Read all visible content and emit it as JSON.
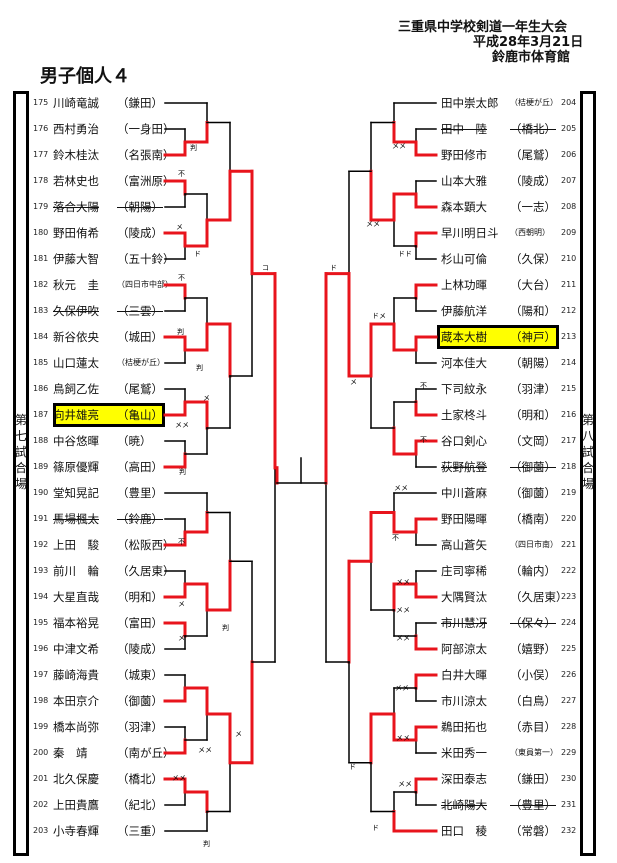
{
  "header": {
    "line1": "三重県中学校剣道一年生大会",
    "line2": "平成28年3月21日",
    "line3": "鈴鹿市体育館"
  },
  "title": "男子個人４",
  "left_court": "第七試合場",
  "right_court": "第八試合場",
  "left_players": [
    {
      "no": "175",
      "name": "川崎竜誠",
      "school": "（鎌田）"
    },
    {
      "no": "176",
      "name": "西村勇治",
      "school": "（一身田）"
    },
    {
      "no": "177",
      "name": "鈴木桂汰",
      "school": "（名張南）"
    },
    {
      "no": "178",
      "name": "若林史也",
      "school": "（富洲原）"
    },
    {
      "no": "179",
      "name": "落合大陽",
      "school": "（朝陽）",
      "withdrawn": true
    },
    {
      "no": "180",
      "name": "野田侑希",
      "school": "（陵成）"
    },
    {
      "no": "181",
      "name": "伊藤大智",
      "school": "（五十鈴）"
    },
    {
      "no": "182",
      "name": "秋元　圭",
      "school": "（四日市中部）",
      "small": true
    },
    {
      "no": "183",
      "name": "久保伊吹",
      "school": "（三雲）",
      "withdrawn": true
    },
    {
      "no": "184",
      "name": "新谷依央",
      "school": "（城田）"
    },
    {
      "no": "185",
      "name": "山口蓮太",
      "school": "（桔梗が丘）",
      "small": true
    },
    {
      "no": "186",
      "name": "鳥飼乙佐",
      "school": "（尾鷲）"
    },
    {
      "no": "187",
      "name": "向井雄亮",
      "school": "（亀山）",
      "highlight": true
    },
    {
      "no": "188",
      "name": "中谷悠暉",
      "school": "（暁）"
    },
    {
      "no": "189",
      "name": "篠原優輝",
      "school": "（高田）"
    },
    {
      "no": "190",
      "name": "堂知晃記",
      "school": "（豊里）"
    },
    {
      "no": "191",
      "name": "馬場楓太",
      "school": "（鈴鹿）",
      "withdrawn": true
    },
    {
      "no": "192",
      "name": "上田　駿",
      "school": "（松阪西）"
    },
    {
      "no": "193",
      "name": "前川　輪",
      "school": "（久居東）"
    },
    {
      "no": "194",
      "name": "大星直哉",
      "school": "（明和）"
    },
    {
      "no": "195",
      "name": "福本裕晃",
      "school": "（富田）"
    },
    {
      "no": "196",
      "name": "中津文希",
      "school": "（陵成）"
    },
    {
      "no": "197",
      "name": "藤崎海貴",
      "school": "（城東）"
    },
    {
      "no": "198",
      "name": "本田京介",
      "school": "（御薗）"
    },
    {
      "no": "199",
      "name": "橋本尚弥",
      "school": "（羽津）"
    },
    {
      "no": "200",
      "name": "秦　靖",
      "school": "（南が丘）"
    },
    {
      "no": "201",
      "name": "北久保慶",
      "school": "（橋北）"
    },
    {
      "no": "202",
      "name": "上田貴鷹",
      "school": "（紀北）"
    },
    {
      "no": "203",
      "name": "小寺春輝",
      "school": "（三重）"
    }
  ],
  "right_players": [
    {
      "no": "204",
      "name": "田中崇太郎",
      "school": "（桔梗が丘）",
      "small": true
    },
    {
      "no": "205",
      "name": "田中　陸",
      "school": "（橋北）",
      "withdrawn": true
    },
    {
      "no": "206",
      "name": "野田修市",
      "school": "（尾鷲）"
    },
    {
      "no": "207",
      "name": "山本大雅",
      "school": "（陵成）"
    },
    {
      "no": "208",
      "name": "森本顕大",
      "school": "（一志）"
    },
    {
      "no": "209",
      "name": "早川明日斗",
      "school": "（西朝明）",
      "small": true
    },
    {
      "no": "210",
      "name": "杉山可倫",
      "school": "（久保）"
    },
    {
      "no": "211",
      "name": "上林功暉",
      "school": "（大台）"
    },
    {
      "no": "212",
      "name": "伊藤航洋",
      "school": "（陽和）"
    },
    {
      "no": "213",
      "name": "蔵本大樹",
      "school": "（神戸）",
      "highlight": true
    },
    {
      "no": "214",
      "name": "河本佳大",
      "school": "（朝陽）"
    },
    {
      "no": "215",
      "name": "下司紋永",
      "school": "（羽津）"
    },
    {
      "no": "216",
      "name": "土家柊斗",
      "school": "（明和）"
    },
    {
      "no": "217",
      "name": "谷口剣心",
      "school": "（文岡）"
    },
    {
      "no": "218",
      "name": "荻野航登",
      "school": "（御薗）",
      "withdrawn": true
    },
    {
      "no": "219",
      "name": "中川蒼麻",
      "school": "（御薗）"
    },
    {
      "no": "220",
      "name": "野田陽暉",
      "school": "（橋南）"
    },
    {
      "no": "221",
      "name": "高山蒼矢",
      "school": "（四日市南）",
      "small": true
    },
    {
      "no": "222",
      "name": "庄司寧稀",
      "school": "（輪内）"
    },
    {
      "no": "223",
      "name": "大隅賢汰",
      "school": "（久居東）"
    },
    {
      "no": "224",
      "name": "市川慧冴",
      "school": "（保々）",
      "withdrawn": true
    },
    {
      "no": "225",
      "name": "阿部涼太",
      "school": "（嬉野）"
    },
    {
      "no": "226",
      "name": "白井大暉",
      "school": "（小俣）"
    },
    {
      "no": "227",
      "name": "市川涼太",
      "school": "（白鳥）"
    },
    {
      "no": "228",
      "name": "鵜田拓也",
      "school": "（赤目）"
    },
    {
      "no": "229",
      "name": "米田秀一",
      "school": "（東員第一）",
      "small": true
    },
    {
      "no": "230",
      "name": "深田泰志",
      "school": "（鎌田）"
    },
    {
      "no": "231",
      "name": "北崎陽大",
      "school": "（豊里）",
      "withdrawn": true
    },
    {
      "no": "232",
      "name": "田口　稜",
      "school": "（常磐）"
    }
  ],
  "colors": {
    "win_line": "#e8141c",
    "lose_line": "#000000",
    "highlight": "#ffff00"
  },
  "match_marks": [
    "メ",
    "判",
    "不",
    "ド",
    "コ",
    "メメ",
    "ドド",
    "ドメ"
  ]
}
